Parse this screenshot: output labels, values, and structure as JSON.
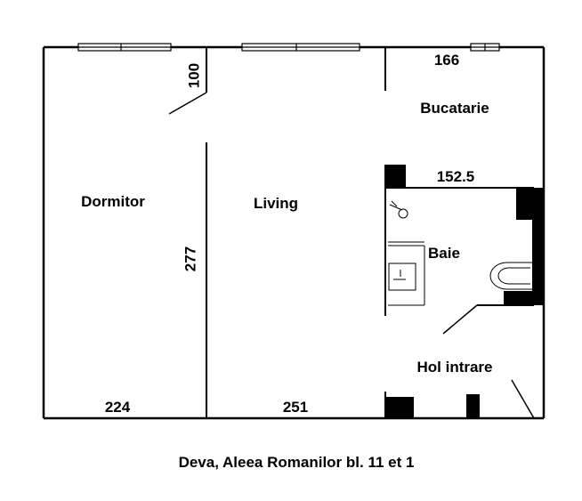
{
  "rooms": {
    "dormitor": "Dormitor",
    "living": "Living",
    "bucatarie": "Bucatarie",
    "baie": "Baie",
    "hol": "Hol intrare"
  },
  "dimensions": {
    "d100": "100",
    "d166": "166",
    "d152": "152.5",
    "d277": "277",
    "d224": "224",
    "d251": "251"
  },
  "caption": "Deva, Aleea Romanilor bl. 11 et 1",
  "colors": {
    "wall": "#000000",
    "background": "#ffffff"
  }
}
